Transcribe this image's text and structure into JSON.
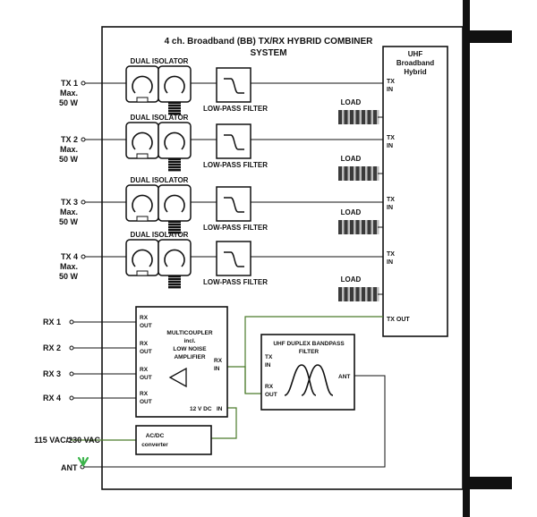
{
  "title_line1": "4 ch. Broadband (BB) TX/RX HYBRID COMBINER",
  "title_line2": "SYSTEM",
  "tx_inputs": [
    {
      "name": "TX 1",
      "line2": "Max.",
      "line3": "50 W"
    },
    {
      "name": "TX 2",
      "line2": "Max.",
      "line3": "50 W"
    },
    {
      "name": "TX 3",
      "line2": "Max.",
      "line3": "50 W"
    },
    {
      "name": "TX 4",
      "line2": "Max.",
      "line3": "50 W"
    }
  ],
  "dual_isolator_label": "DUAL ISOLATOR",
  "low_pass_filter_label": "LOW-PASS FILTER",
  "load_label": "LOAD",
  "hybrid": {
    "line1": "UHF",
    "line2": "Broadband",
    "line3": "Hybrid",
    "tx": "TX",
    "in": "IN",
    "tx_out": "TX OUT"
  },
  "rx_outputs": [
    "RX 1",
    "RX 2",
    "RX 3",
    "RX 4"
  ],
  "multicoupler": {
    "line1": "MULTICOUPLER",
    "line2": "incl.",
    "line3": "LOW NOISE",
    "line4": "AMPLIFIER",
    "rx": "RX",
    "out": "OUT",
    "in": "IN",
    "power": "12 V DC"
  },
  "duplex_filter": {
    "line1": "UHF DUPLEX BANDPASS",
    "line2": "FILTER",
    "tx": "TX",
    "in": "IN",
    "rx": "RX",
    "out": "OUT",
    "ant": "ANT"
  },
  "converter": {
    "line1": "AC/DC",
    "line2": "converter"
  },
  "power_input_label": "115 VAC/230 VAC",
  "ant_label": "ANT",
  "colors": {
    "line": "#111111",
    "green_wire": "#4a7a2a",
    "load_dark": "#3a3a3a",
    "load_light": "#bdbdbd",
    "antenna": "#3cb44b"
  }
}
